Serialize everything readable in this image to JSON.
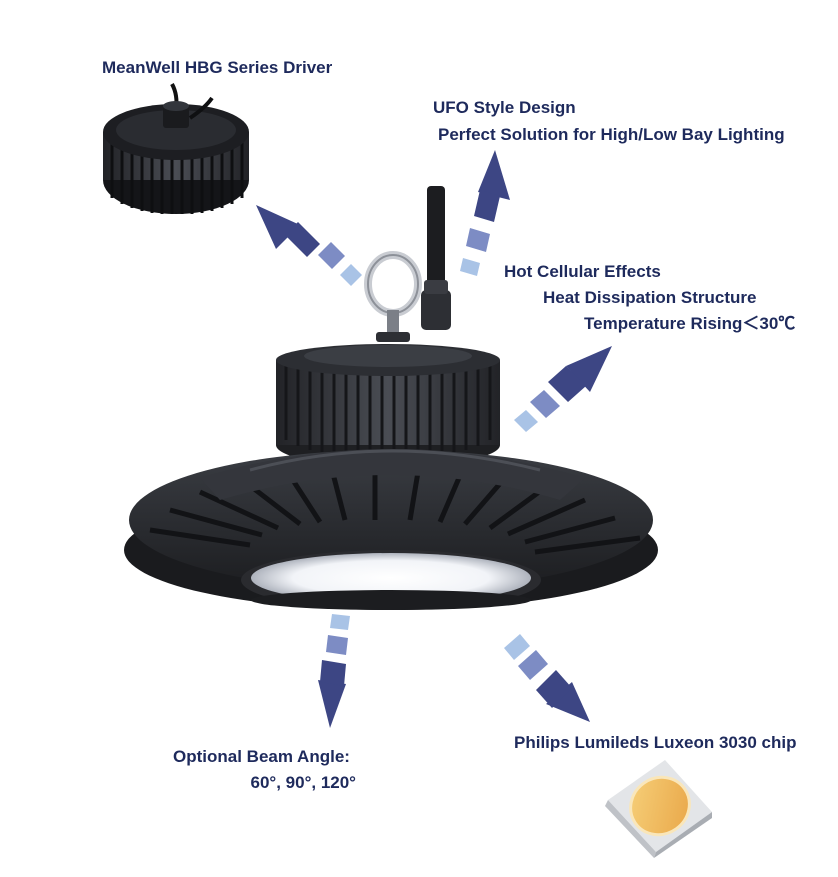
{
  "callouts": {
    "driver": "MeanWell HBG Series Driver",
    "ufo_line1": "UFO Style Design",
    "ufo_line2": "Perfect Solution for High/Low Bay Lighting",
    "heat_line1": "Hot Cellular Effects",
    "heat_line2": "Heat Dissipation Structure",
    "heat_line3": "Temperature Rising＜30℃",
    "beam_line1": "Optional Beam Angle:",
    "beam_line2": "60°, 90°, 120°",
    "chip": "Philips Lumileds Luxeon 3030 chip"
  },
  "colors": {
    "text": "#1e2a5c",
    "arrow_dark": "#3d4684",
    "arrow_mid": "#7d8cc4",
    "arrow_light": "#a9c3e6",
    "lamp_body": "#2b2d31",
    "chip_led": "#f0b85a"
  },
  "icons": [
    "driver-icon",
    "lamp-icon",
    "led-chip-icon",
    "arrow-icon"
  ]
}
